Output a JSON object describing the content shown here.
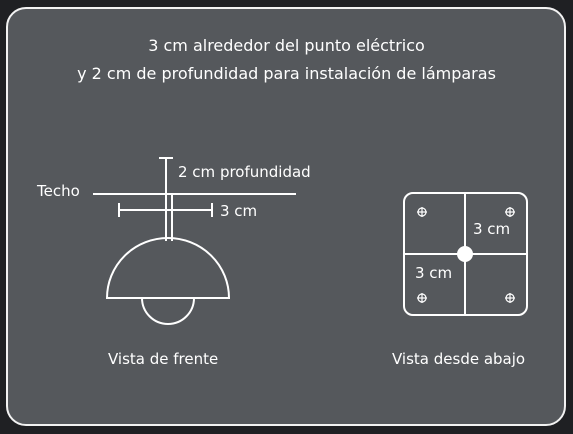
{
  "title": {
    "line1": "3 cm alrededor del punto eléctrico",
    "line2": "y 2 cm de profundidad para instalación de lámparas"
  },
  "front_view": {
    "ceiling_label": "Techo",
    "depth_label": "2 cm profundidad",
    "radius_label": "3 cm",
    "caption": "Vista de frente"
  },
  "bottom_view": {
    "label_top_right": "3 cm",
    "label_bottom_left": "3 cm",
    "caption": "Vista desde abajo",
    "screw_icon": "crosshair-screw-icon"
  },
  "colors": {
    "background": "#1f2023",
    "panel": "#55585c",
    "line": "#ffffff"
  }
}
